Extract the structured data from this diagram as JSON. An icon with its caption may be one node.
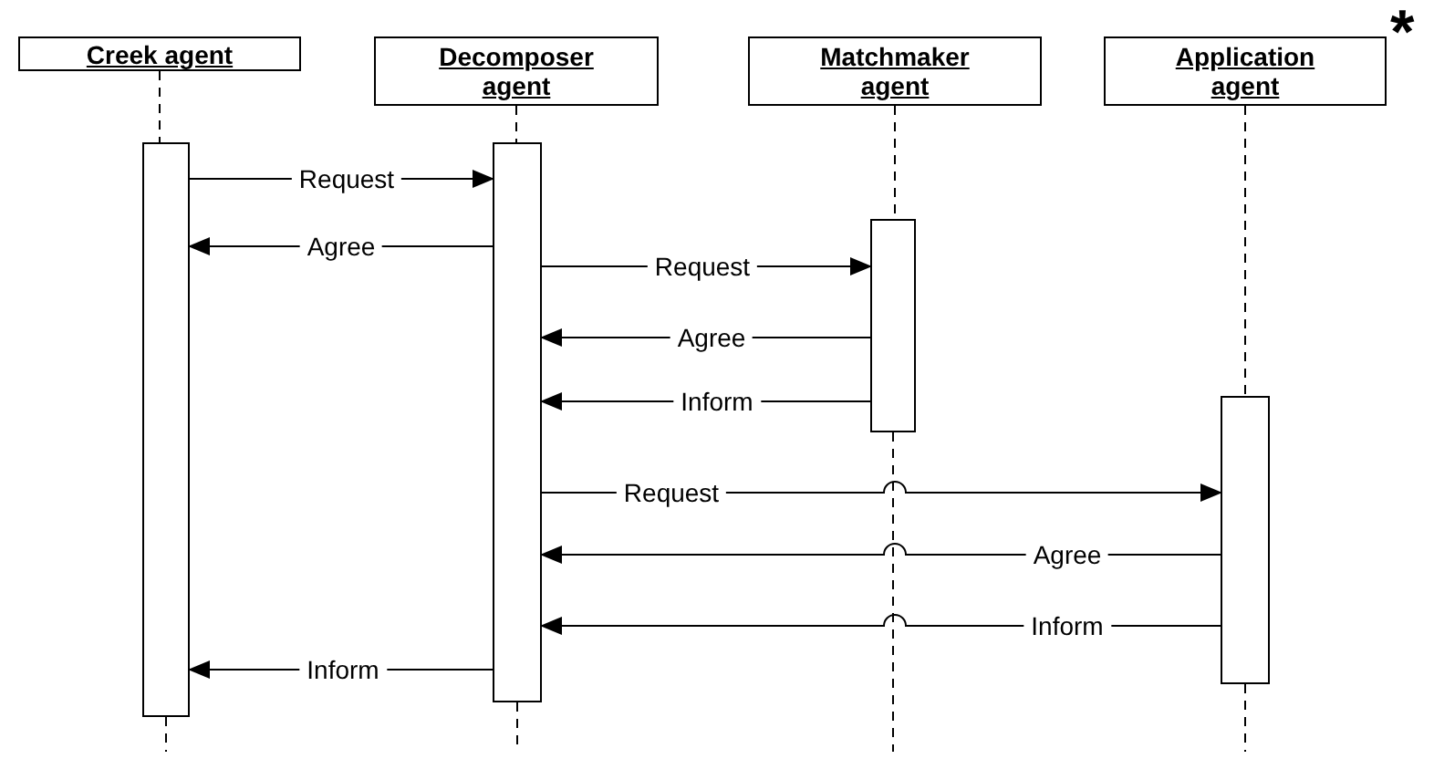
{
  "diagram": {
    "nodes": [
      {
        "text": [
          "Creek agent"
        ]
      },
      {
        "text": [
          "Decomposer agent"
        ]
      },
      {
        "text": [
          "Matchmaker agent"
        ]
      },
      {
        "text": [
          "Application agent"
        ]
      },
      {
        "text": [],
        "shape": "bar"
      },
      {
        "text": [],
        "shape": "bar"
      },
      {
        "text": [],
        "shape": "bar"
      },
      {
        "text": [],
        "shape": "bar"
      }
    ],
    "edges": [
      {
        "from": 0,
        "to": 4,
        "arrow": "none",
        "style": "dashed"
      },
      {
        "from": 1,
        "to": 5,
        "arrow": "none",
        "style": "dashed"
      },
      {
        "from": 2,
        "to": 6,
        "arrow": "none",
        "style": "dashed"
      },
      {
        "from": 3,
        "to": 7,
        "arrow": "none",
        "style": "dashed"
      },
      {
        "from": 4,
        "to": null,
        "arrow": "none",
        "style": "dashed"
      },
      {
        "from": 5,
        "to": null,
        "arrow": "none",
        "style": "dashed"
      },
      {
        "from": 6,
        "to": null,
        "arrow": "none",
        "style": "dashed"
      },
      {
        "from": 7,
        "to": null,
        "arrow": "none",
        "style": "dashed"
      },
      {
        "from": 4,
        "to": 5,
        "arrow": "to",
        "label": "Request"
      },
      {
        "from": 5,
        "to": 4,
        "arrow": "to",
        "label": "Agree"
      },
      {
        "from": 5,
        "to": 6,
        "arrow": "to",
        "label": "Request"
      },
      {
        "from": 6,
        "to": 5,
        "arrow": "to",
        "label": "Agree"
      },
      {
        "from": 6,
        "to": 5,
        "arrow": "to",
        "label": "Inform"
      },
      {
        "from": 5,
        "to": 7,
        "arrow": "to",
        "label": "Request"
      },
      {
        "from": 7,
        "to": 5,
        "arrow": "to",
        "label": "Agree"
      },
      {
        "from": 7,
        "to": 5,
        "arrow": "to",
        "label": "Inform"
      },
      {
        "from": 5,
        "to": 4,
        "arrow": "to",
        "label": "Inform"
      }
    ],
    "labels": [
      "*"
    ]
  }
}
